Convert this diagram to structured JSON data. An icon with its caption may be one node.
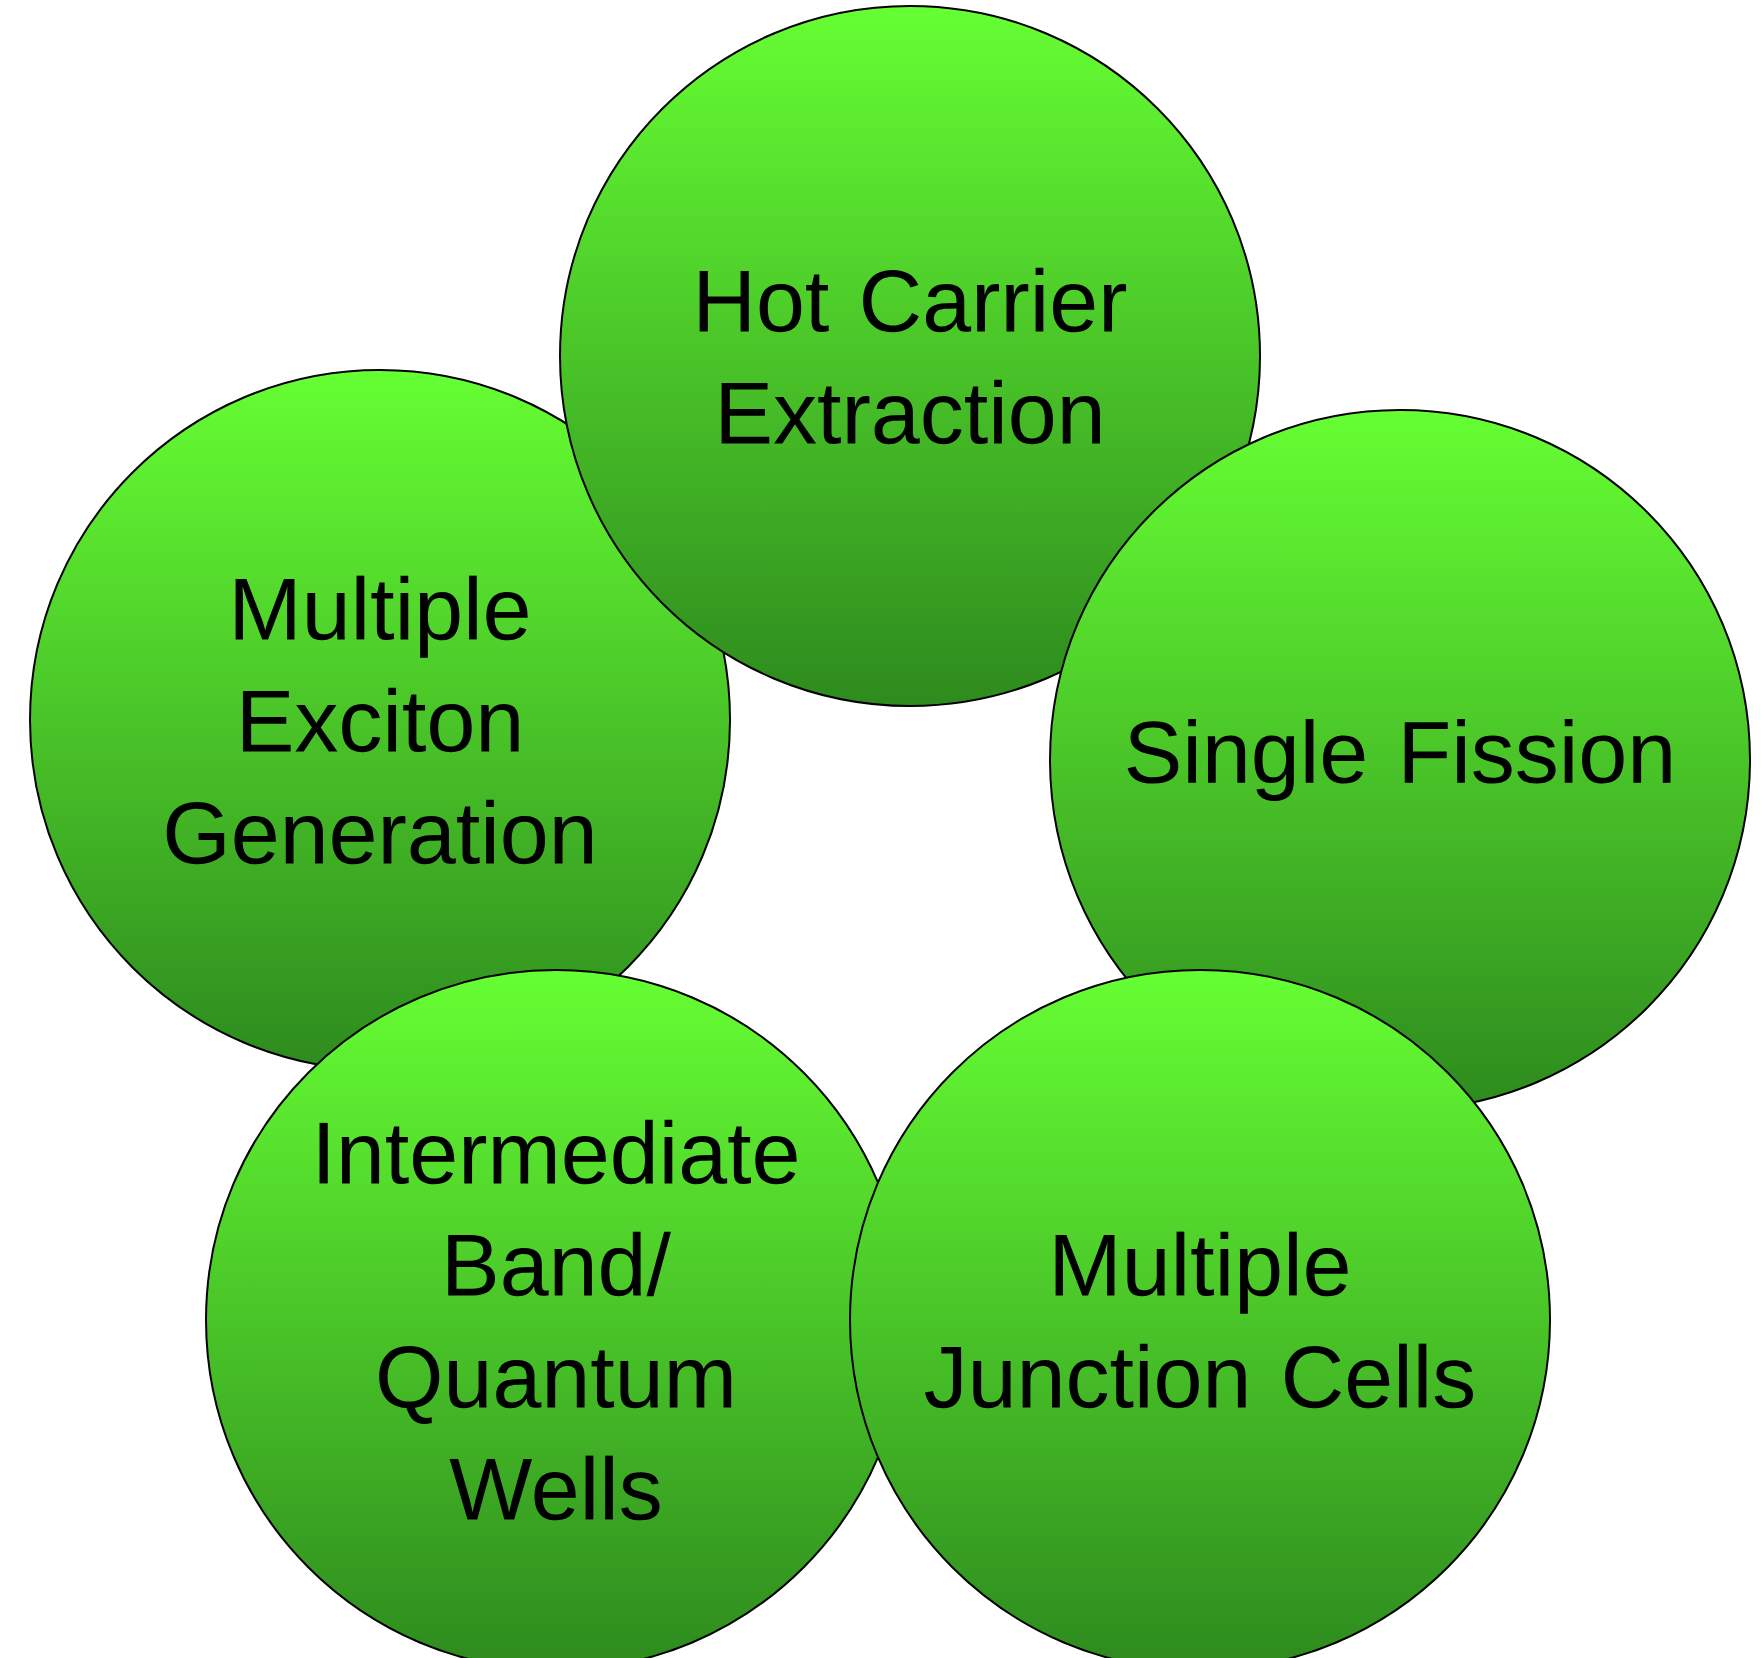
{
  "diagram": {
    "nodes": [
      {
        "text": [
          "Hot Carrier Extraction"
        ]
      },
      {
        "text": [
          "Multiple Exciton Generation"
        ]
      },
      {
        "text": [
          "Single Fission"
        ]
      },
      {
        "text": [
          "Intermediate Band/ Quantum Wells"
        ]
      },
      {
        "text": [
          "Multiple Junction Cells"
        ]
      }
    ]
  }
}
